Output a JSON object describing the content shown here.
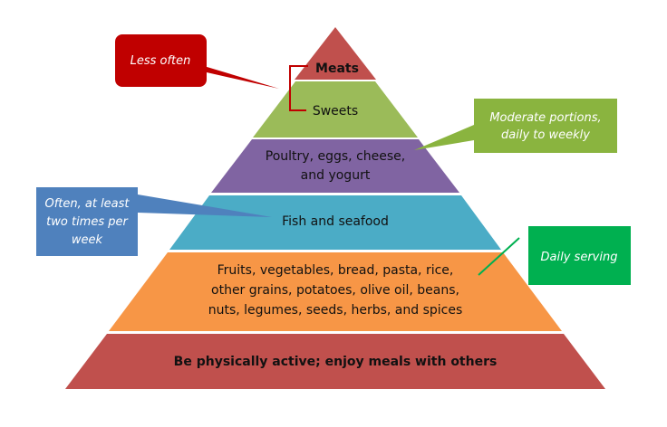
{
  "tiers": [
    {
      "label_lines": [
        "Meats"
      ],
      "color": "#c0504d"
    },
    {
      "label_lines": [
        "Sweets"
      ],
      "color": "#9bbb59"
    },
    {
      "label_lines": [
        "Poultry, eggs, cheese,",
        "and yogurt"
      ],
      "color": "#8064a2"
    },
    {
      "label_lines": [
        "Fish and seafood"
      ],
      "color": "#4bacc6"
    },
    {
      "label_lines": [
        "Fruits, vegetables, bread, pasta, rice,",
        "other grains, potatoes, olive oil, beans,",
        "nuts, legumes, seeds, herbs, and spices"
      ],
      "color": "#f79646"
    },
    {
      "label_lines": [
        "Be physically active; enjoy meals with others"
      ],
      "color": "#c0504d"
    }
  ],
  "callouts": {
    "less_often": {
      "lines": [
        "Less often"
      ],
      "color": "#c00000"
    },
    "moderate": {
      "lines": [
        "Moderate portions,",
        "daily to weekly"
      ],
      "color": "#8ab43f"
    },
    "often": {
      "lines": [
        "Often, at least",
        "two times per",
        "week"
      ],
      "color": "#4f81bd"
    },
    "daily": {
      "lines": [
        "Daily serving"
      ],
      "color": "#00b050"
    }
  }
}
